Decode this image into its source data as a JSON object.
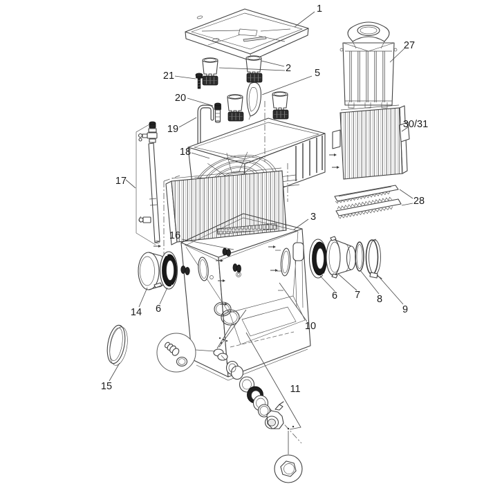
{
  "figure": {
    "type": "exploded-parts-diagram",
    "background": "#ffffff",
    "line_color": "#3f3f3f"
  },
  "callouts": {
    "lid": "1",
    "inlet_caps": "2",
    "tank_rim": "3",
    "flap_valve": "5",
    "seal_left": "6",
    "seal_right": "6",
    "outlet_socket": "7",
    "o_ring": "8",
    "clamp_ring": "9",
    "tank_interior": "10",
    "drain_valve_assembly": "11",
    "cover_collar": "14",
    "clamp_band": "15",
    "rim_screw": "16",
    "standpipe": "17",
    "media_basket": "18",
    "retainer_hook": "19",
    "pin": "20",
    "screw": "21",
    "media_holder_frame": "27",
    "brush_rails": "28",
    "filter_foam": "30/31"
  }
}
